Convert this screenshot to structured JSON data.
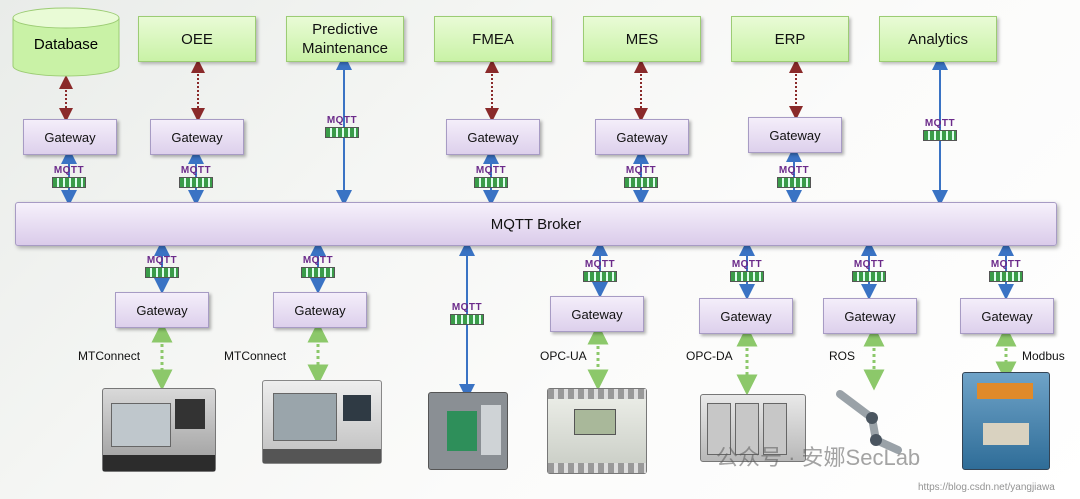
{
  "apps": [
    {
      "id": "database",
      "label": "Database"
    },
    {
      "id": "oee",
      "label": "OEE"
    },
    {
      "id": "predictive",
      "label": "Predictive\nMaintenance"
    },
    {
      "id": "fmea",
      "label": "FMEA"
    },
    {
      "id": "mes",
      "label": "MES"
    },
    {
      "id": "erp",
      "label": "ERP"
    },
    {
      "id": "analytics",
      "label": "Analytics"
    }
  ],
  "gateway_label": "Gateway",
  "mqtt_label": "MQTT",
  "broker_label": "MQTT Broker",
  "protocols": [
    "MTConnect",
    "MTConnect",
    "OPC-UA",
    "OPC-DA",
    "ROS",
    "Modbus"
  ],
  "watermark": "公众号 · 安娜SecLab",
  "url": "https://blog.csdn.net/yangjiawa",
  "colors": {
    "app": "#c9f2a6",
    "gateway": "#ddd0ec",
    "link_blue": "#3a73c4",
    "link_red": "#8a2a2a",
    "link_green": "#8cc86a"
  }
}
